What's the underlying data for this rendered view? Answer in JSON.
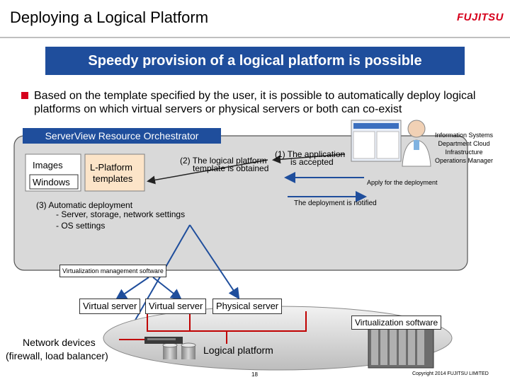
{
  "header": {
    "title": "Deploying a Logical Platform",
    "logo_text": "FUJITSU"
  },
  "banner": "Speedy provision of a logical platform is possible",
  "bullet": "Based on the template specified by the user, it is possible to automatically deploy logical platforms on which virtual servers or physical servers or both can co-exist",
  "orchestrator": {
    "title": "ServerView Resource Orchestrator",
    "images_label": "Images",
    "windows_label": "Windows",
    "lplatform_line1": "L-Platform",
    "lplatform_line2": "templates",
    "step2_line1": "(2) The logical platform",
    "step2_line2": "template is obtained",
    "step1_line1": "(1) The application",
    "step1_line2": "is accepted",
    "step3_line1": "(3) Automatic deployment",
    "step3_line2": "- Server, storage, network settings",
    "step3_line3": "- OS settings"
  },
  "manager": {
    "line1": "Information Systems",
    "line2": "Department Cloud",
    "line3": "Infrastructure",
    "line4": "Operations Manager",
    "apply": "Apply for the deployment",
    "notified": "The deployment is notified"
  },
  "virtualization": {
    "mgmt": "Virtualization management software",
    "servers": [
      "Virtual server",
      "Virtual server",
      "Physical server"
    ],
    "software": "Virtualization software"
  },
  "network": {
    "line1": "Network devices",
    "line2": "(firewall, load balancer)"
  },
  "platform_label": "Logical platform",
  "footer": {
    "page": "18",
    "copyright": "Copyright 2014 FUJITSU LIMITED"
  },
  "colors": {
    "brand_blue": "#1f4e9c",
    "fujitsu_red": "#d6001c",
    "connector_red": "#c00000",
    "template_fill": "#fce4c8"
  }
}
